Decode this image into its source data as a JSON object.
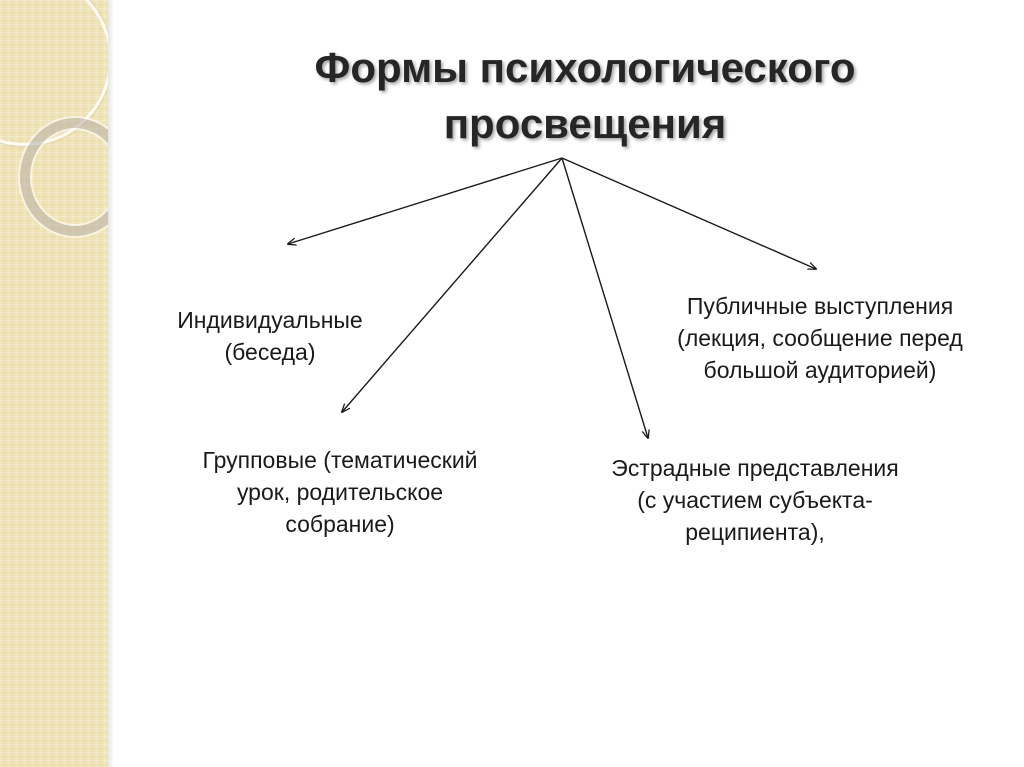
{
  "title": {
    "line1": "Формы психологического",
    "line2": "просвещения"
  },
  "nodes": {
    "individual": {
      "line1": "Индивидуальные",
      "line2": "(беседа)"
    },
    "group": {
      "line1": "Групповые (тематический",
      "line2": "урок, родительское",
      "line3": "собрание)"
    },
    "public": {
      "line1": "Публичные выступления",
      "line2": "(лекция, сообщение перед",
      "line3": "большой аудиторией)"
    },
    "estrada": {
      "line1": "Эстрадные представления",
      "line2": "(с участием субъекта-",
      "line3": "реципиента),"
    }
  },
  "colors": {
    "side_band": "#f0e3b5",
    "text": "#1a1a1a",
    "arrow": "#1a1a1a"
  }
}
